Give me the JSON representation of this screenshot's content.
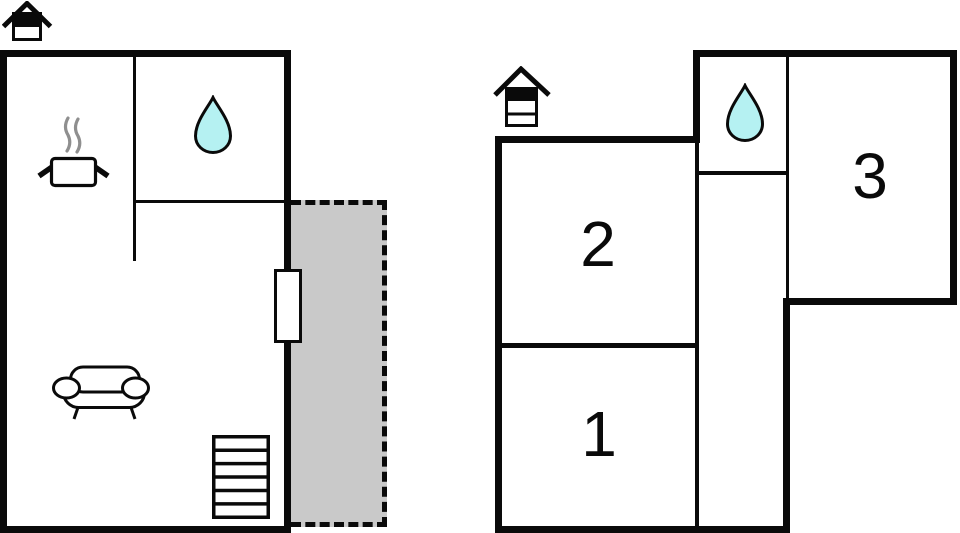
{
  "theme": {
    "ink": "#0a0a0a",
    "terrace_fill": "#c9c9c9",
    "water_drop_fill": "#b5f1f2",
    "steam_color": "#8f8f8f",
    "background": "#ffffff"
  },
  "ground_floor": {
    "icons": {
      "chimney": "chimney-icon",
      "kitchen": "cooking-pot-icon",
      "bathroom": "water-drop-icon",
      "living_room": "sofa-icon",
      "stairs": "stairs-icon"
    },
    "areas": {
      "terrace": "terrace-area",
      "door": "door-opening"
    }
  },
  "upper_floor": {
    "icons": {
      "chimney": "chimney-icon",
      "bathroom": "water-drop-icon"
    },
    "room_labels": [
      "1",
      "2",
      "3"
    ]
  }
}
